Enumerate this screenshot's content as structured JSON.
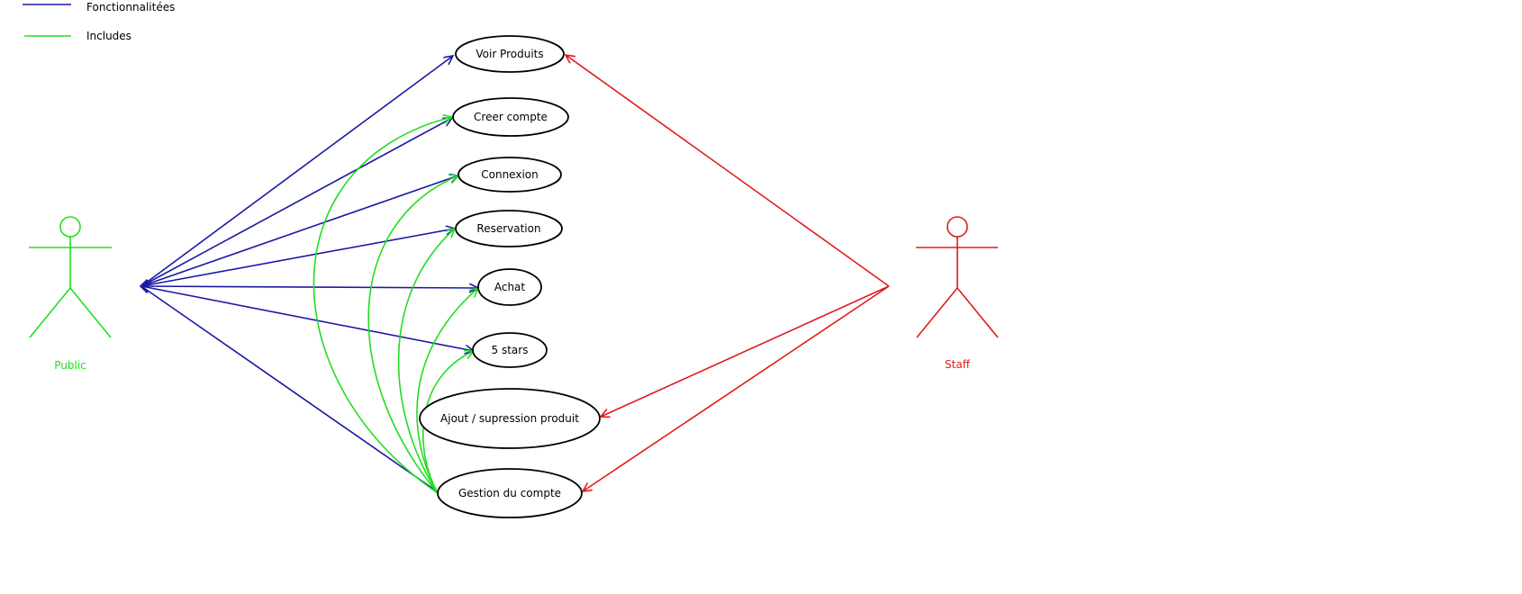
{
  "legend": {
    "items": [
      {
        "label": "Fonctionnalitées",
        "color": "#1a1aa6"
      },
      {
        "label": "Includes",
        "color": "#22dd22"
      }
    ]
  },
  "actors": {
    "public": {
      "label": "Public",
      "color": "#22dd22"
    },
    "staff": {
      "label": "Staff",
      "color": "#e01b1b"
    }
  },
  "use_cases": [
    {
      "id": "voir",
      "label": "Voir Produits"
    },
    {
      "id": "creer",
      "label": "Creer compte"
    },
    {
      "id": "connexion",
      "label": "Connexion"
    },
    {
      "id": "reservation",
      "label": "Reservation"
    },
    {
      "id": "achat",
      "label": "Achat"
    },
    {
      "id": "stars",
      "label": "5 stars"
    },
    {
      "id": "ajout",
      "label": "Ajout / supression produit"
    },
    {
      "id": "gestion",
      "label": "Gestion du compte"
    }
  ],
  "relations": {
    "public": [
      "voir",
      "creer",
      "connexion",
      "reservation",
      "achat",
      "stars",
      "gestion"
    ],
    "staff": [
      "voir",
      "ajout",
      "gestion"
    ],
    "includes_from_gestion": [
      "creer",
      "connexion",
      "reservation",
      "achat",
      "stars"
    ]
  },
  "colors": {
    "stroke": "#000000",
    "background": "#ffffff"
  }
}
